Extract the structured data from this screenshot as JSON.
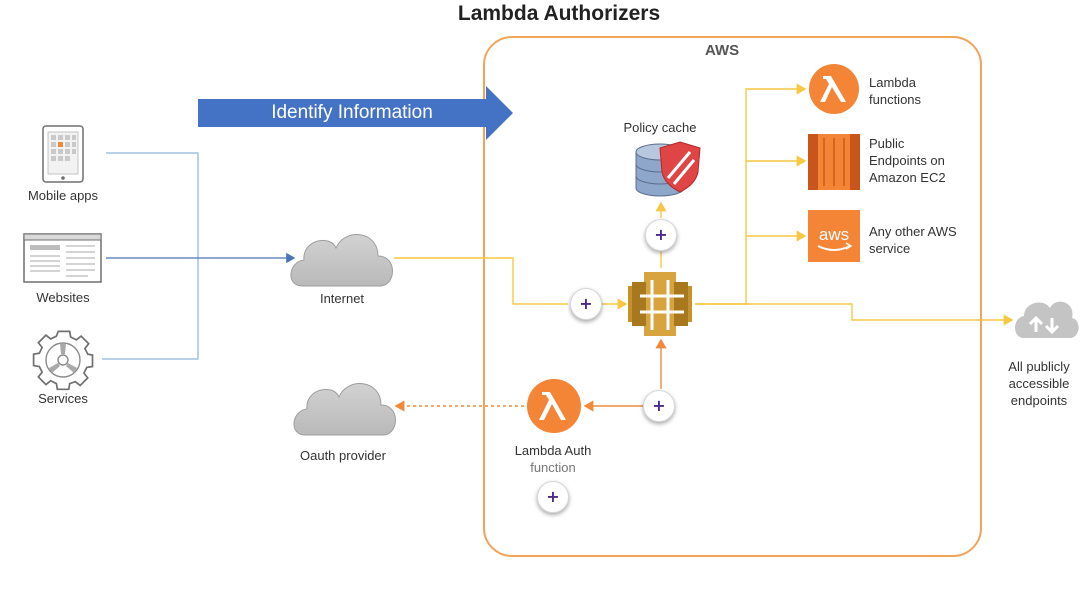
{
  "title": "Lambda Authorizers",
  "aws_label": "AWS",
  "banner": {
    "label": "Identify Information"
  },
  "clients": {
    "mobile": "Mobile apps",
    "websites": "Websites",
    "services": "Services"
  },
  "internet": {
    "label": "Internet"
  },
  "oauth": {
    "label": "Oauth provider"
  },
  "policy_cache": {
    "label": "Policy cache"
  },
  "lambda_auth": {
    "line1": "Lambda Auth",
    "line2": "function"
  },
  "targets": {
    "lambda": {
      "line1": "Lambda",
      "line2": "functions"
    },
    "ec2": {
      "line1": "Public",
      "line2": "Endpoints on",
      "line3": "Amazon EC2"
    },
    "other": {
      "line1": "Any other AWS",
      "line2": "service",
      "badge_text": "aws"
    }
  },
  "endpoints": {
    "line1": "All publicly",
    "line2": "accessible",
    "line3": "endpoints"
  },
  "plus_symbol": "+",
  "colors": {
    "aws_border": "#f2a35a",
    "banner": "#4472c4",
    "yellow_line": "#f7c744",
    "orange_line": "#f08a3a",
    "blue_line": "#8fb3d9",
    "lambda_orange": "#f58536",
    "api_gold": "#c6922a",
    "cloud_gray": "#c4c4c4"
  }
}
